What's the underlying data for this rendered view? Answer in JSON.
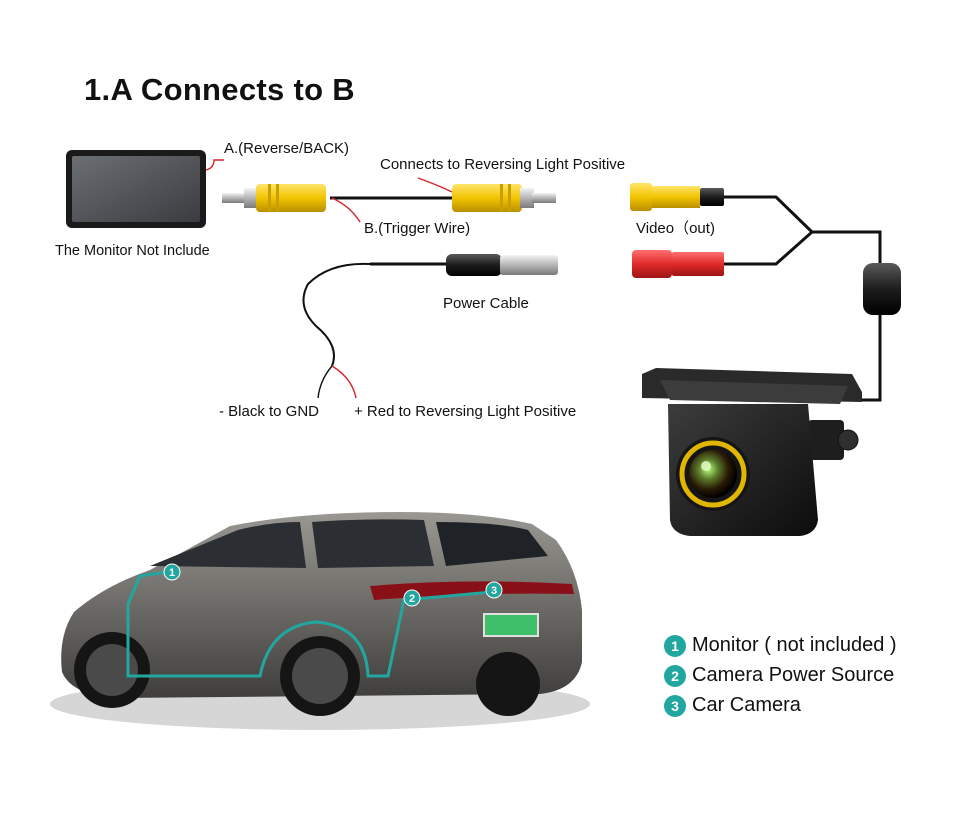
{
  "title": "1.A Connects to B",
  "labels": {
    "reverse_back": "A.(Reverse/BACK)",
    "connects_reversing": "Connects to Reversing Light Positive",
    "video_out": "Video（out)",
    "trigger_wire": "B.(Trigger Wire)",
    "monitor_not_include": "The Monitor Not Include",
    "power_cable": "Power Cable",
    "black_gnd": "- Black to GND",
    "red_reversing": "+ Red to Reversing Light Positive"
  },
  "legend": [
    {
      "num": "1",
      "text": "Monitor ( not included )"
    },
    {
      "num": "2",
      "text": "Camera Power Source"
    },
    {
      "num": "3",
      "text": "Car Camera"
    }
  ],
  "car_markers": [
    "1",
    "2",
    "3"
  ],
  "colors": {
    "accent_teal": "#21a6a0",
    "rca_yellow": "#f2c400",
    "rca_red": "#e02a2a",
    "cable_black": "#111111",
    "lead_red": "#d8222a"
  }
}
